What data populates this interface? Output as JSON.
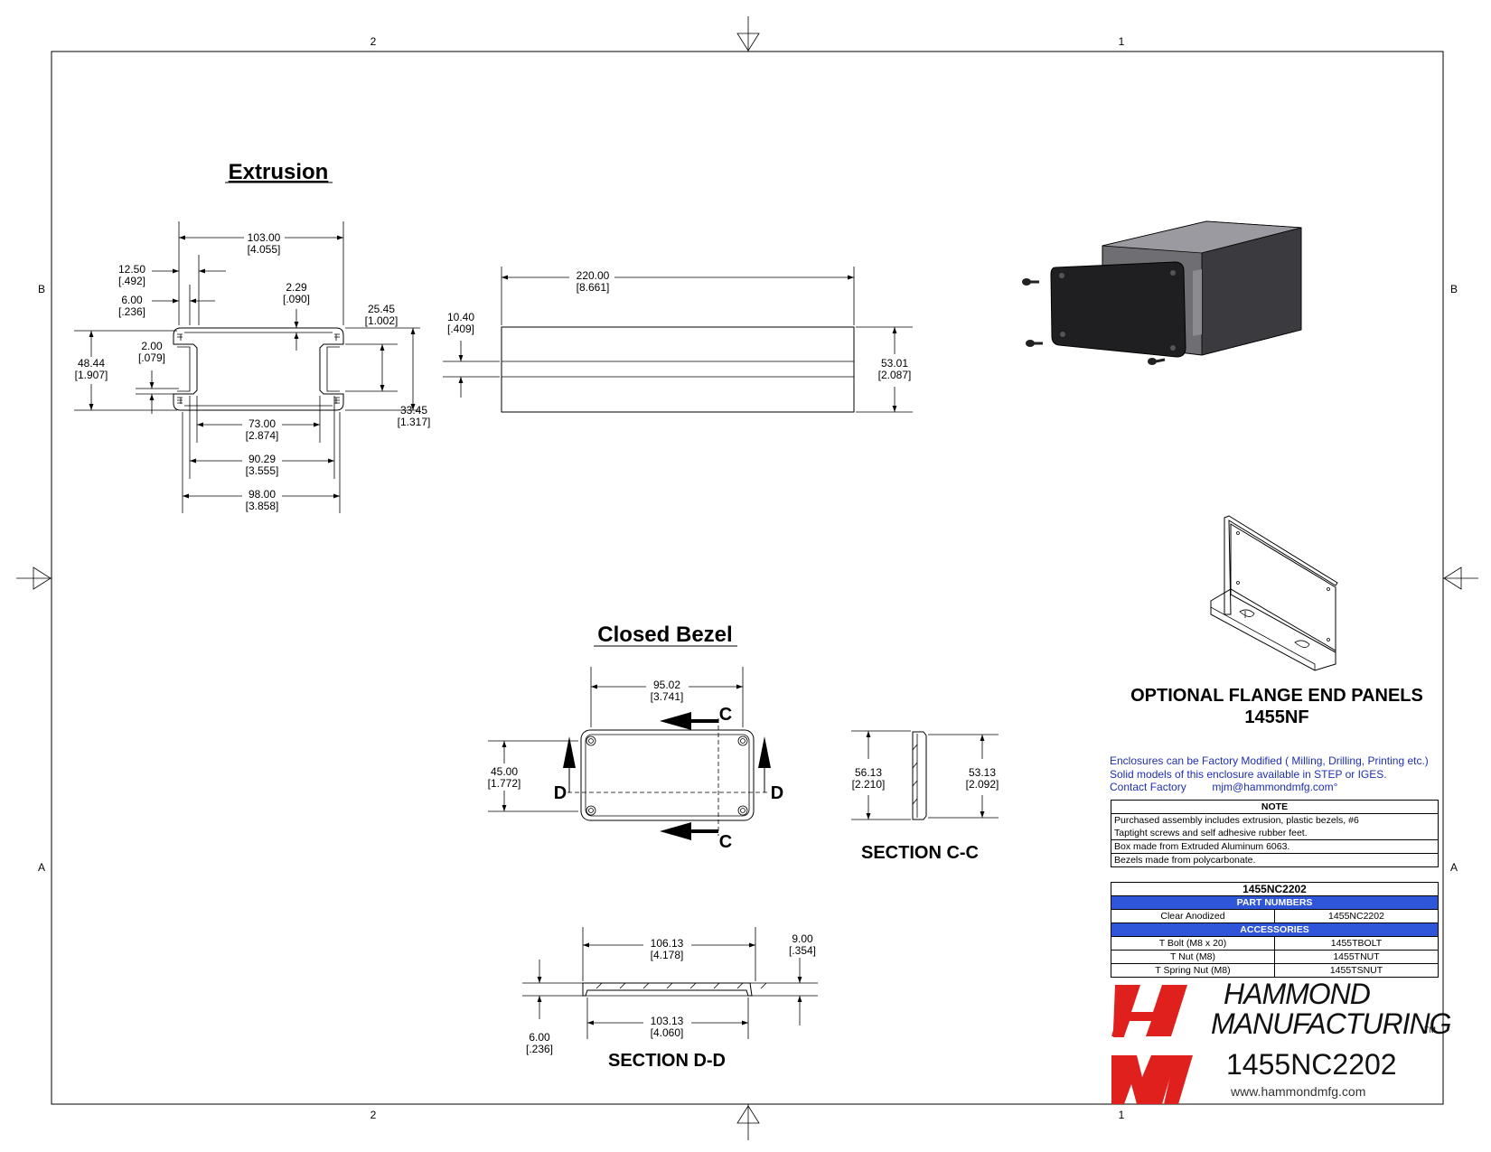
{
  "zones": {
    "top_left": "2",
    "top_right": "1",
    "bottom_left": "2",
    "bottom_right": "1",
    "left_upper": "B",
    "left_lower": "A",
    "right_upper": "B",
    "right_lower": "A"
  },
  "views": {
    "extrusion_title": "Extrusion",
    "closed_bezel_title": "Closed Bezel",
    "section_cc": "SECTION C-C",
    "section_dd": "SECTION D-D",
    "section_letter_c": "C",
    "section_letter_d": "D"
  },
  "dimensions": {
    "ext_width": [
      "103.00",
      "[4.055]"
    ],
    "ext_slot": [
      "12.50",
      "[.492]"
    ],
    "ext_slot_inner": [
      "6.00",
      "[.236]"
    ],
    "ext_wall": [
      "2.29",
      "[.090]"
    ],
    "ext_side": [
      "25.45",
      "[1.002]"
    ],
    "ext_height": [
      "48.44",
      "[1.907]"
    ],
    "ext_lip": [
      "2.00",
      "[.079]"
    ],
    "ext_inner": [
      "73.00",
      "[2.874]"
    ],
    "ext_inner2": [
      "90.29",
      "[3.555]"
    ],
    "ext_base": [
      "98.00",
      "[3.858]"
    ],
    "ext_side_h": [
      "33.45",
      "[1.317]"
    ],
    "len": [
      "220.00",
      "[8.661]"
    ],
    "len_slot": [
      "10.40",
      "[.409]"
    ],
    "len_h": [
      "53.01",
      "[2.087]"
    ],
    "bez_w": [
      "95.02",
      "[3.741]"
    ],
    "bez_h": [
      "45.00",
      "[1.772]"
    ],
    "cc_outer": [
      "56.13",
      "[2.210]"
    ],
    "cc_inner": [
      "53.13",
      "[2.092]"
    ],
    "dd_outer": [
      "106.13",
      "[4.178]"
    ],
    "dd_depth": [
      "9.00",
      "[.354]"
    ],
    "dd_inner": [
      "103.13",
      "[4.060]"
    ],
    "dd_lip": [
      "6.00",
      "[.236]"
    ]
  },
  "flange": {
    "title": "OPTIONAL FLANGE END PANELS",
    "part": "1455NF"
  },
  "info": {
    "line1": "Enclosures can be Factory Modified ( Milling, Drilling, Printing etc.)",
    "line2": "Solid models of this enclosure available in STEP or IGES.",
    "contact_label": "Contact Factory",
    "contact_email": "mjm@hammondmfg.com°"
  },
  "notes": {
    "header": "NOTE",
    "items": [
      "Purchased assembly includes extrusion, plastic bezels, #6",
      "Taptight screws and self adhesive rubber feet.",
      "Box made from Extruded Aluminum 6063.",
      "Bezels made from polycarbonate."
    ]
  },
  "parts": {
    "model": "1455NC2202",
    "part_numbers_header": "PART NUMBERS",
    "finish": "Clear Anodized",
    "finish_pn": "1455NC2202",
    "accessories_header": "ACCESSORIES",
    "accessories": [
      {
        "name": "T Bolt (M8 x 20)",
        "pn": "1455TBOLT"
      },
      {
        "name": "T Nut (M8)",
        "pn": "1455TNUT"
      },
      {
        "name": "T Spring Nut (M8)",
        "pn": "1455TSNUT"
      }
    ]
  },
  "logo": {
    "line1": "HAMMOND",
    "line2": "MANUFACTURING",
    "tm": "TM",
    "part": "1455NC2202",
    "url": "www.hammondmfg.com",
    "brand_red": "#e0201c"
  }
}
